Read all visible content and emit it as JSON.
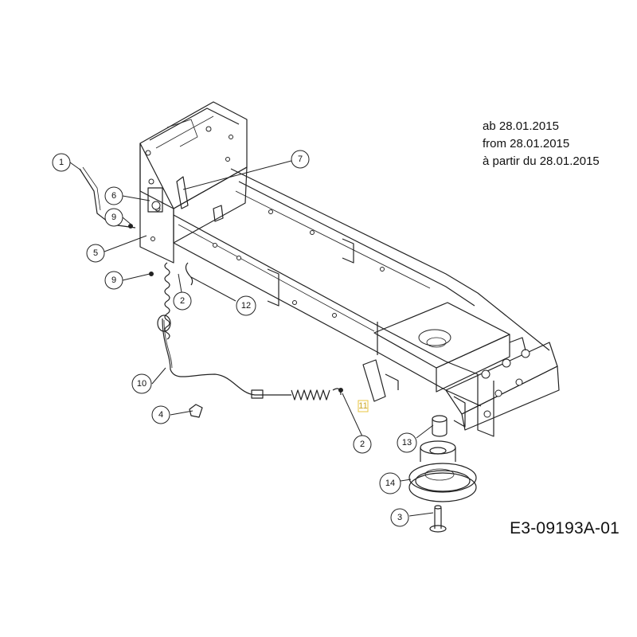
{
  "notes": {
    "line1": "ab 28.01.2015",
    "line2": "from 28.01.2015",
    "line3": "à partir du 28.01.2015"
  },
  "drawing_code": "E3-09193A-01",
  "callouts": {
    "c1": "1",
    "c2a": "2",
    "c2b": "2",
    "c3": "3",
    "c4": "4",
    "c5": "5",
    "c6": "6",
    "c7": "7",
    "c9a": "9",
    "c9b": "9",
    "c10": "10",
    "c11": "11",
    "c12": "12",
    "c13": "13",
    "c14": "14"
  },
  "colors": {
    "line": "#222222",
    "highlight": "#e8c640"
  }
}
